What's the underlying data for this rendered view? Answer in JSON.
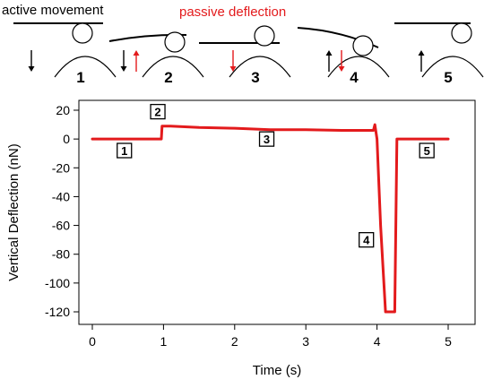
{
  "schematic": {
    "legend_active": "active movement",
    "legend_passive": "passive deflection",
    "colors": {
      "active": "#000000",
      "passive": "#e31a1c"
    },
    "steps": [
      {
        "number": "1",
        "active_arrow": "down",
        "passive_arrow": "none"
      },
      {
        "number": "2",
        "active_arrow": "down",
        "passive_arrow": "up"
      },
      {
        "number": "3",
        "active_arrow": "none",
        "passive_arrow": "down"
      },
      {
        "number": "4",
        "active_arrow": "up",
        "passive_arrow": "down"
      },
      {
        "number": "5",
        "active_arrow": "up",
        "passive_arrow": "none"
      }
    ]
  },
  "chart_data": {
    "type": "line",
    "xlabel": "Time (s)",
    "ylabel": "Vertical Deflection (nN)",
    "xlim": [
      0,
      5
    ],
    "ylim": [
      -120,
      20
    ],
    "xticks": [
      0,
      1,
      2,
      3,
      4,
      5
    ],
    "yticks": [
      20,
      0,
      -20,
      -40,
      -60,
      -80,
      -100,
      -120
    ],
    "grid": false,
    "legend": "none",
    "line_color": "#e31a1c",
    "series": [
      {
        "x": [
          0,
          0.97,
          0.98,
          1.1,
          1.5,
          2.0,
          2.5,
          3.0,
          3.5,
          3.9,
          3.95,
          3.97,
          4.0,
          4.05,
          4.12,
          4.15,
          4.25,
          4.28,
          4.3,
          5.0
        ],
        "values": [
          0,
          0,
          9,
          9,
          8,
          7.5,
          6.5,
          6.5,
          6,
          6,
          6,
          10,
          0,
          -60,
          -120,
          -120,
          -120,
          0,
          0,
          0
        ]
      }
    ],
    "annotations": [
      {
        "text": "1",
        "x": 0.45,
        "y": -8
      },
      {
        "text": "2",
        "x": 0.92,
        "y": 19
      },
      {
        "text": "3",
        "x": 2.45,
        "y": 0
      },
      {
        "text": "4",
        "x": 3.85,
        "y": -70
      },
      {
        "text": "5",
        "x": 4.7,
        "y": -8
      }
    ]
  }
}
